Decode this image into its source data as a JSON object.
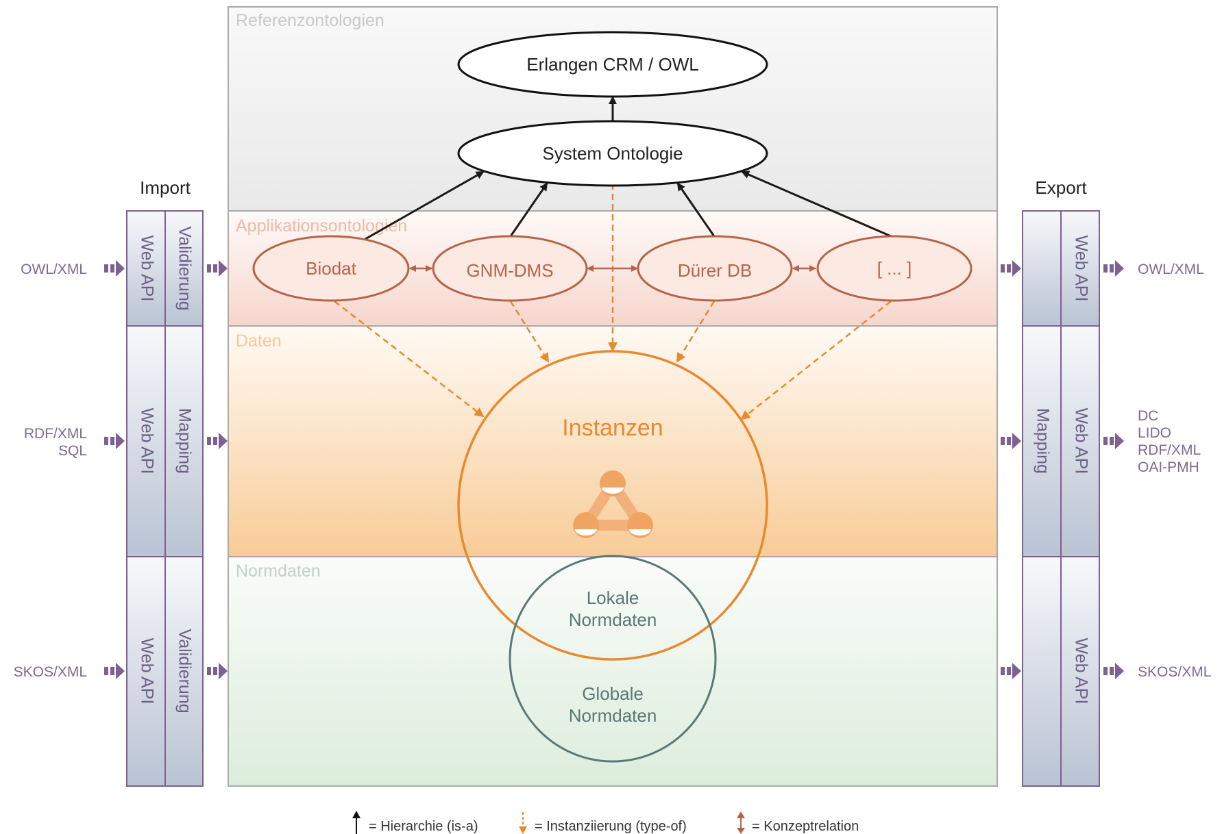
{
  "layers": {
    "referenz": "Referenzontologien",
    "applikation": "Applikationsontologien",
    "daten": "Daten",
    "normdaten": "Normdaten"
  },
  "nodes": {
    "crm": "Erlangen CRM / OWL",
    "system": "System Ontologie",
    "biodat": "Biodat",
    "gnm": "GNM-DMS",
    "duerer": "Dürer DB",
    "more": "[ ... ]",
    "instanzen": "Instanzen",
    "lokale_1": "Lokale",
    "lokale_2": "Normdaten",
    "globale_1": "Globale",
    "globale_2": "Normdaten"
  },
  "import": {
    "title": "Import",
    "formats": [
      "OWL/XML",
      "RDF/XML",
      "SQL",
      "SKOS/XML"
    ],
    "cells": {
      "top_api": "Web API",
      "top_step": "Validierung",
      "mid_api": "Web API",
      "mid_step": "Mapping",
      "bot_api": "Web API",
      "bot_step": "Validierung"
    }
  },
  "export": {
    "title": "Export",
    "formats_top": "OWL/XML",
    "formats_mid": [
      "DC",
      "LIDO",
      "RDF/XML",
      "OAI-PMH"
    ],
    "formats_bot": "SKOS/XML",
    "cells": {
      "top_api": "Web API",
      "mid_step": "Mapping",
      "mid_api": "Web API",
      "bot_api": "Web API"
    }
  },
  "legend": {
    "hierarchy": "= Hierarchie (is-a)",
    "instantiation": "= Instanziierung (type-of)",
    "relation": "= Konzeptrelation"
  },
  "colors": {
    "orange": "#e8892f",
    "brown": "#b5644a",
    "teal": "#5a7876",
    "purple": "#7d6190"
  }
}
